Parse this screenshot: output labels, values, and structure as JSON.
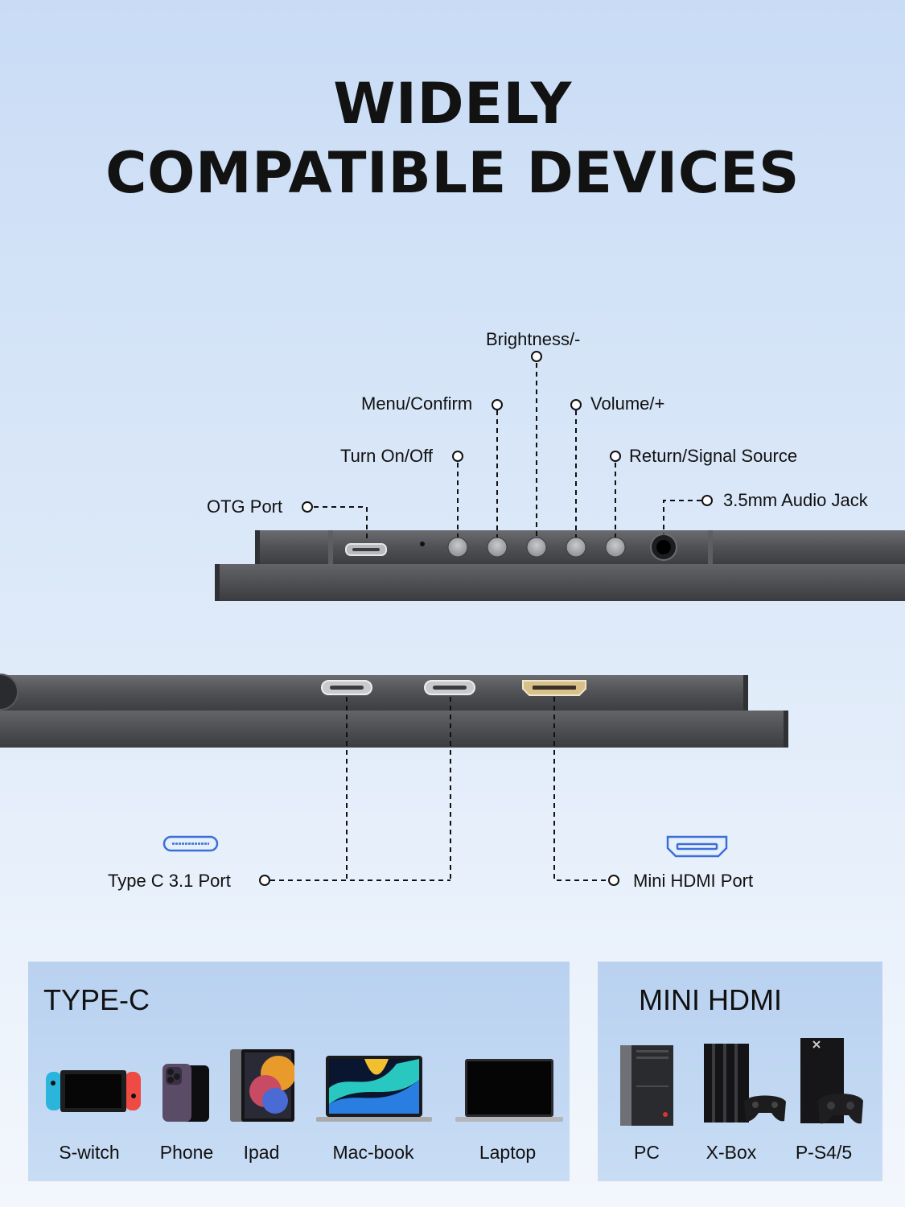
{
  "heading": {
    "line1": "WIDELY",
    "line2": "COMPATIBLE DEVICES"
  },
  "top_ports": {
    "brightness": "Brightness/-",
    "menu": "Menu/Confirm",
    "volume": "Volume/+",
    "power": "Turn On/Off",
    "return": "Return/Signal Source",
    "otg": "OTG Port",
    "audio": "3.5mm Audio Jack"
  },
  "bottom_ports": {
    "typec": "Type C 3.1 Port",
    "hdmi": "Mini HDMI Port"
  },
  "typec_panel": {
    "title": "TYPE-C",
    "devices": [
      "S-witch",
      "Phone",
      "Ipad",
      "Mac-book",
      "Laptop"
    ]
  },
  "hdmi_panel": {
    "title": "MINI HDMI",
    "devices": [
      "PC",
      "X-Box",
      "P-S4/5"
    ]
  },
  "colors": {
    "accent_blue": "#3a6fd8",
    "hdmi_gold": "#d8c08a",
    "device_gray": "#4a4c50"
  }
}
